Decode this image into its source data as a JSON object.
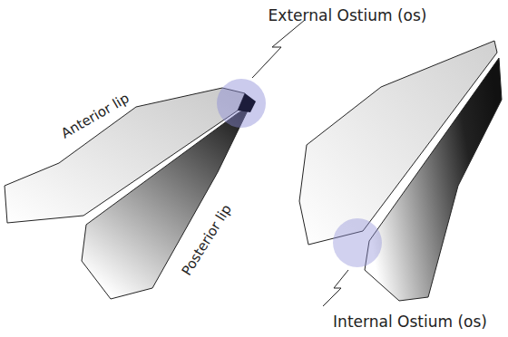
{
  "diagram": {
    "labels": [
      "External Ostium (os)",
      "Anterior lip",
      "Posterior lip",
      "Internal Ostium (os)"
    ]
  }
}
